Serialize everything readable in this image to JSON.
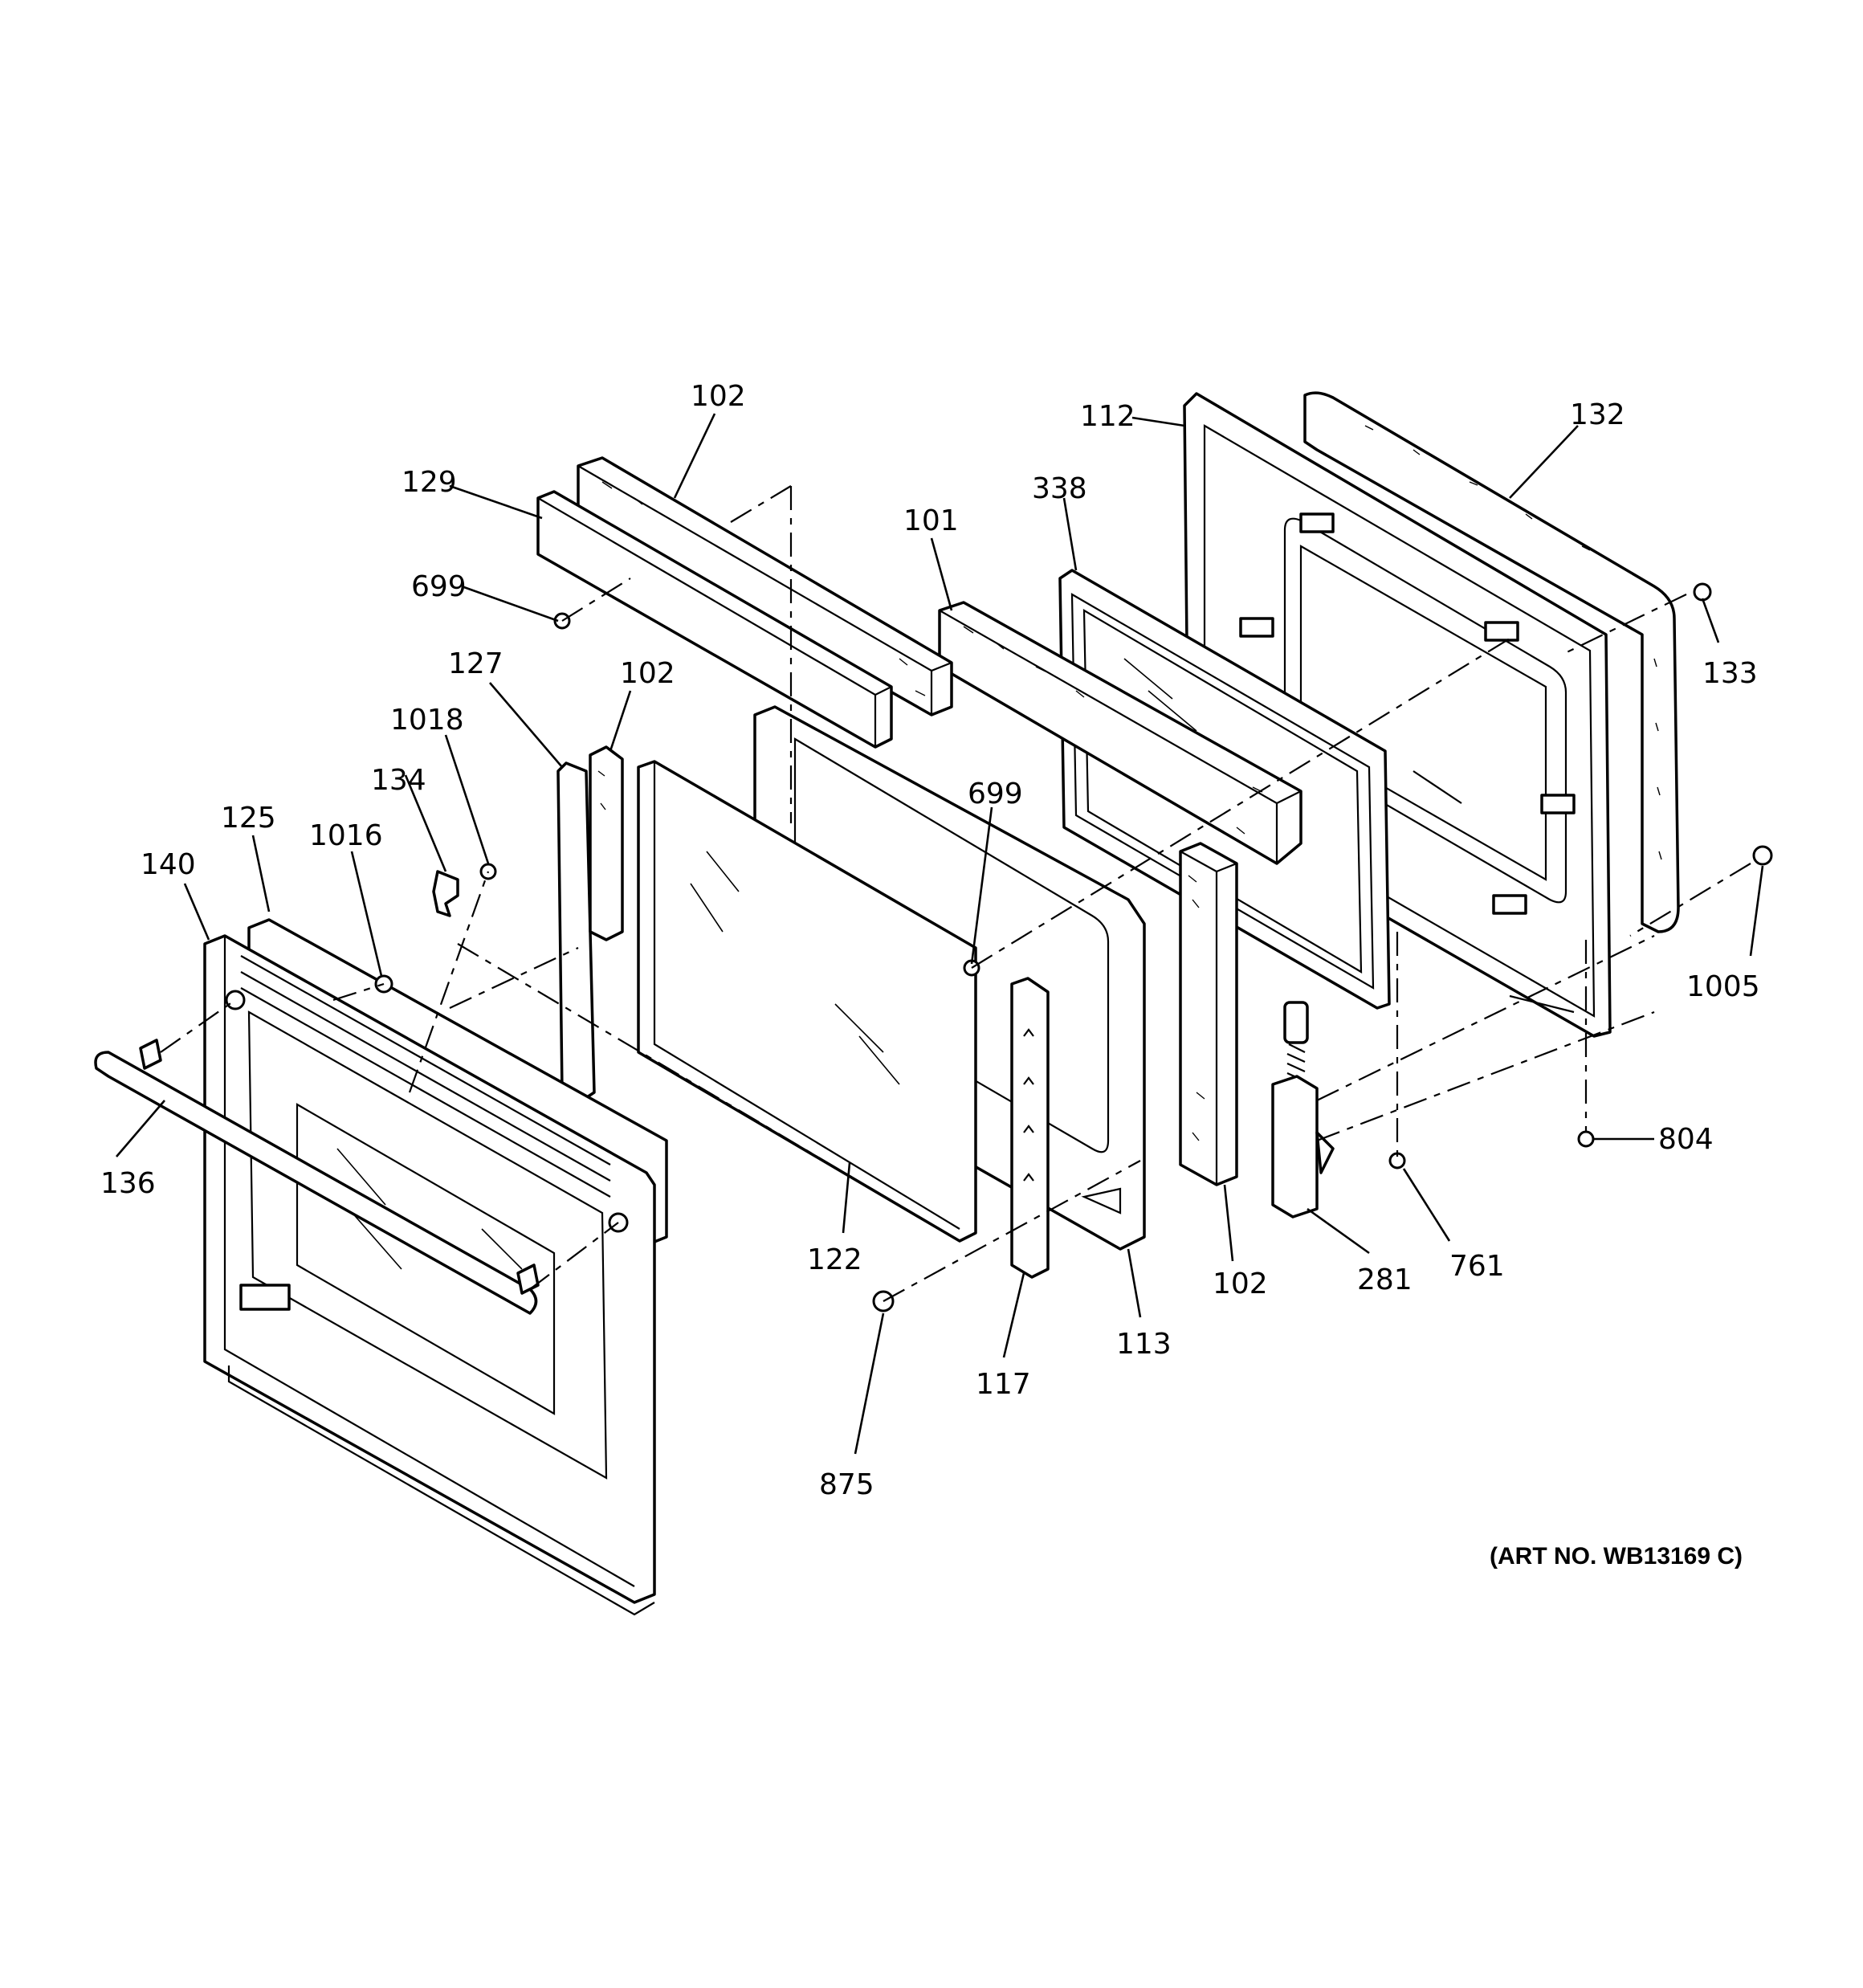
{
  "art_number": "(ART NO. WB13169 C)",
  "callouts": [
    {
      "id": "c102a",
      "label": "102"
    },
    {
      "id": "c129",
      "label": "129"
    },
    {
      "id": "c699a",
      "label": "699"
    },
    {
      "id": "c112",
      "label": "112"
    },
    {
      "id": "c132",
      "label": "132"
    },
    {
      "id": "c338",
      "label": "338"
    },
    {
      "id": "c101",
      "label": "101"
    },
    {
      "id": "c133",
      "label": "133"
    },
    {
      "id": "c127",
      "label": "127"
    },
    {
      "id": "c102b",
      "label": "102"
    },
    {
      "id": "c1018",
      "label": "1018"
    },
    {
      "id": "c134",
      "label": "134"
    },
    {
      "id": "c125",
      "label": "125"
    },
    {
      "id": "c1016",
      "label": "1016"
    },
    {
      "id": "c140",
      "label": "140"
    },
    {
      "id": "c699b",
      "label": "699"
    },
    {
      "id": "c1005",
      "label": "1005"
    },
    {
      "id": "c136",
      "label": "136"
    },
    {
      "id": "c804",
      "label": "804"
    },
    {
      "id": "c122",
      "label": "122"
    },
    {
      "id": "c102c",
      "label": "102"
    },
    {
      "id": "c281",
      "label": "281"
    },
    {
      "id": "c761",
      "label": "761"
    },
    {
      "id": "c113",
      "label": "113"
    },
    {
      "id": "c117",
      "label": "117"
    },
    {
      "id": "c875",
      "label": "875"
    }
  ]
}
